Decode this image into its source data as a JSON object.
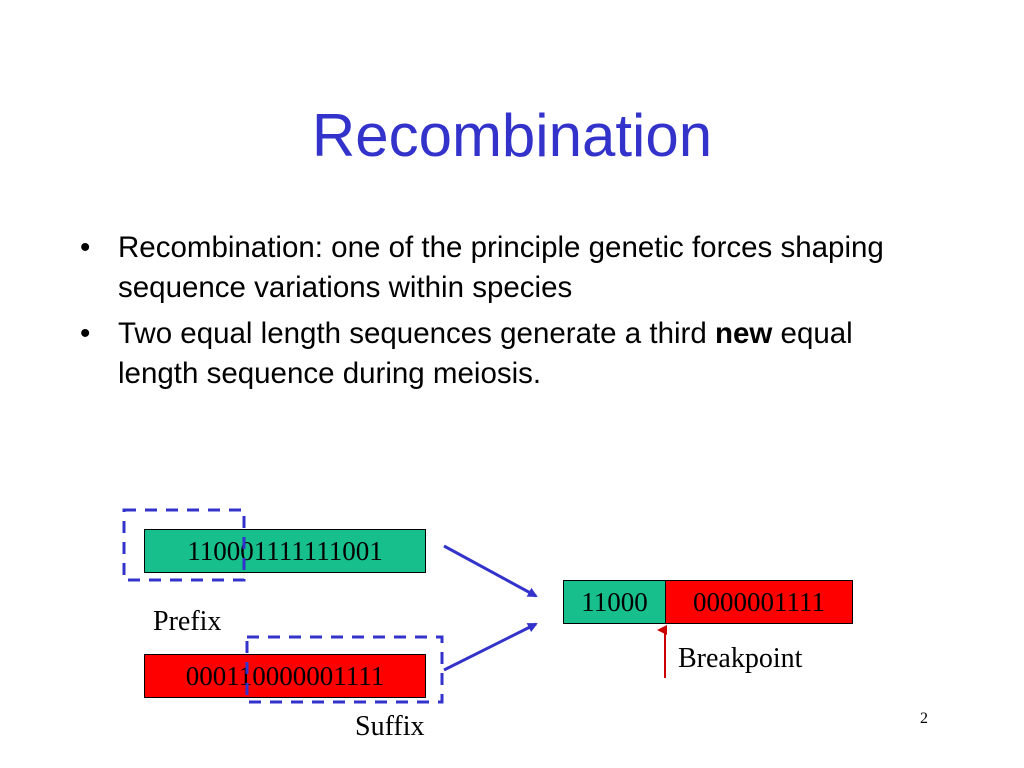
{
  "title": "Recombination",
  "bullets": [
    {
      "marker": "•",
      "text": "Recombination: one of the principle genetic forces shaping sequence variations within species"
    },
    {
      "marker": "•",
      "text_before": "Two equal length sequences generate a third ",
      "bold": "new",
      "text_after": " equal length sequence during meiosis."
    }
  ],
  "diagram": {
    "sequence_1": "110001111111001",
    "sequence_2": "000110000001111",
    "result_left": "11000",
    "result_right": "0000001111",
    "prefix_label": "Prefix",
    "suffix_label": "Suffix",
    "breakpoint_label": "Breakpoint"
  },
  "colors": {
    "title": "#3333cc",
    "green": "#16bf8c",
    "red": "#ff0000",
    "dashed_box": "#3333cc",
    "arrow": "#3333cc",
    "breakpoint_arrow": "#cc0000"
  },
  "page_number": "2"
}
